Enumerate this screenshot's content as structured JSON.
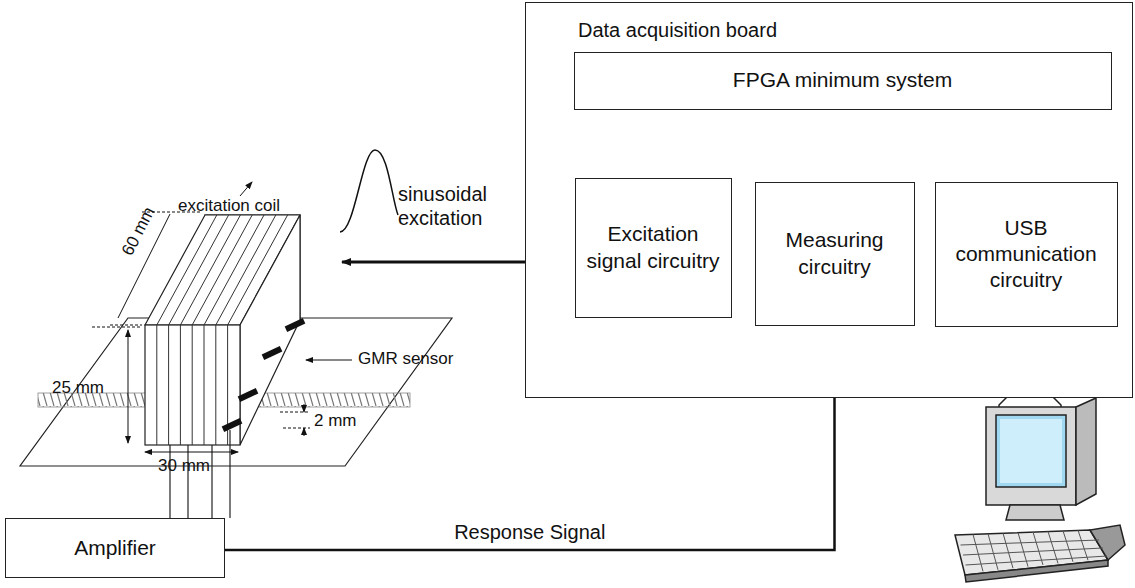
{
  "diagram": {
    "nodes": [
      {
        "text": [
          "Data acquisition board"
        ]
      },
      {
        "text": [
          "FPGA minimum system"
        ],
        "in": 0
      },
      {
        "text": [
          "Excitation signal circuitry"
        ],
        "in": 0
      },
      {
        "text": [
          "Measuring circuitry"
        ],
        "in": 0
      },
      {
        "text": [
          "USB communication circuitry"
        ],
        "in": 0
      },
      {
        "text": [
          "Amplifier"
        ]
      }
    ],
    "edges": [
      {
        "from": 1,
        "to": 2,
        "arrow": "both"
      },
      {
        "from": 1,
        "to": 3,
        "arrow": "both"
      },
      {
        "from": 1,
        "to": 4,
        "arrow": "both"
      },
      {
        "from": 2,
        "to": 3,
        "arrow": "to"
      },
      {
        "from": 5,
        "to": 3,
        "arrow": "to",
        "label": "Response Signal"
      }
    ],
    "labels": [
      "excitation coil",
      "sinusoidal excitation",
      "60 mm",
      "GMR sensor",
      "25 mm",
      "2 mm",
      "30 mm"
    ]
  }
}
